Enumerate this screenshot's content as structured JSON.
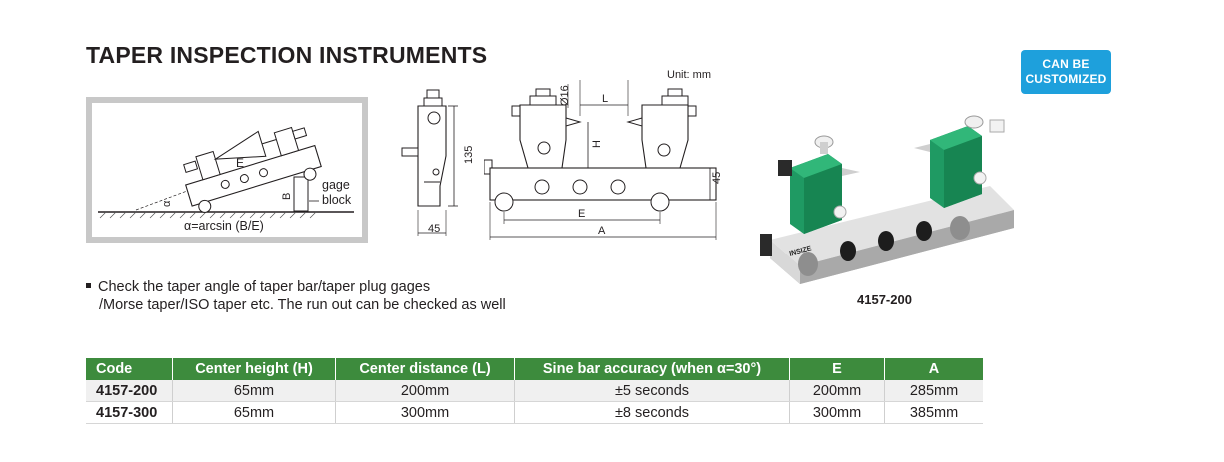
{
  "title": "TAPER INSPECTION INSTRUMENTS",
  "badge": {
    "line1": "CAN BE",
    "line2": "CUSTOMIZED"
  },
  "unit_label": "Unit: mm",
  "diagram1": {
    "label_E": "E",
    "label_B": "B",
    "label_alpha": "α",
    "label_gage": "gage",
    "label_block": "block",
    "formula": "α=arcsin (B/E)"
  },
  "diagram2": {
    "dim_135": "135",
    "dim_45": "45"
  },
  "diagram3": {
    "dim_phi16": "Ø16",
    "dim_L": "L",
    "dim_H": "H",
    "dim_45": "45",
    "dim_E": "E",
    "dim_A": "A"
  },
  "bullet": {
    "line1": "Check the taper angle of taper bar/taper plug gages",
    "line2": "/Morse taper/ISO taper etc. The run out can be checked as well"
  },
  "photo_brand": "INSIZE",
  "model_label": "4157-200",
  "table": {
    "headers": [
      "Code",
      "Center height (H)",
      "Center distance (L)",
      "Sine bar accuracy (when α=30°)",
      "E",
      "A"
    ],
    "rows": [
      [
        "4157-200",
        "65mm",
        "200mm",
        "±5 seconds",
        "200mm",
        "285mm"
      ],
      [
        "4157-300",
        "65mm",
        "300mm",
        "±8 seconds",
        "300mm",
        "385mm"
      ]
    ]
  },
  "colors": {
    "header_green": "#3d8b3d",
    "badge_blue": "#1ea0dc",
    "instrument_green": "#1f9a63"
  }
}
